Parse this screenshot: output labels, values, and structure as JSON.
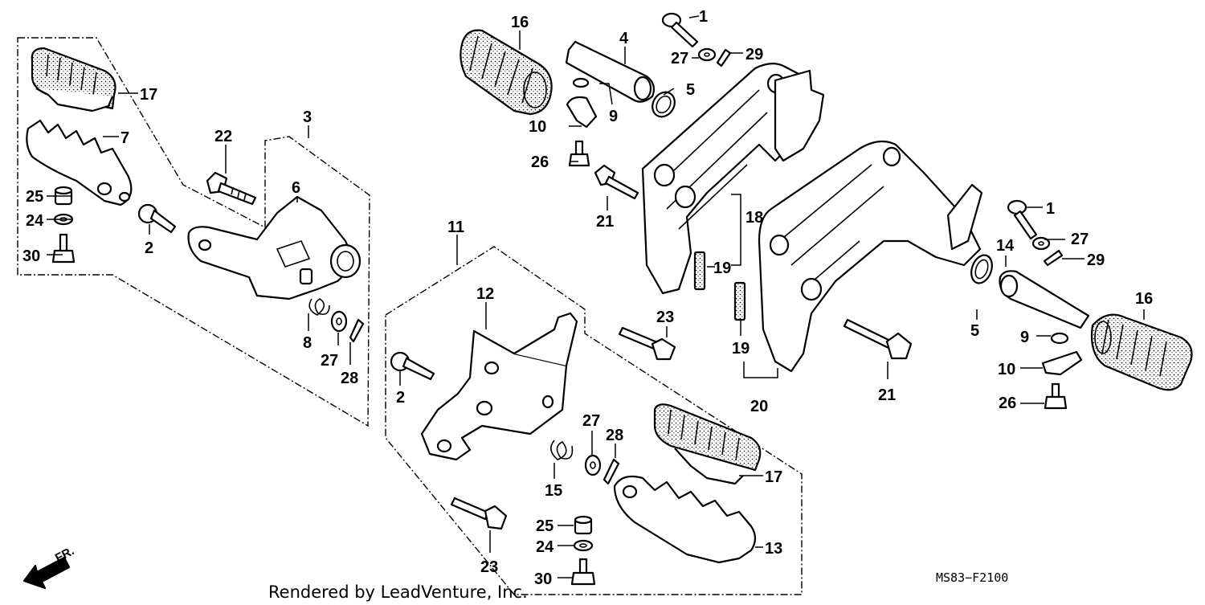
{
  "diagram": {
    "footer": "Rendered by LeadVenture, Inc.",
    "code": "MS83−F2100",
    "direction": "FR.",
    "callouts": [
      {
        "id": "c1a",
        "num": "1"
      },
      {
        "id": "c1b",
        "num": "1"
      },
      {
        "id": "c2a",
        "num": "2"
      },
      {
        "id": "c2b",
        "num": "2"
      },
      {
        "id": "c3",
        "num": "3"
      },
      {
        "id": "c4",
        "num": "4"
      },
      {
        "id": "c5a",
        "num": "5"
      },
      {
        "id": "c5b",
        "num": "5"
      },
      {
        "id": "c6",
        "num": "6"
      },
      {
        "id": "c7",
        "num": "7"
      },
      {
        "id": "c8",
        "num": "8"
      },
      {
        "id": "c9a",
        "num": "9"
      },
      {
        "id": "c9b",
        "num": "9"
      },
      {
        "id": "c10a",
        "num": "10"
      },
      {
        "id": "c10b",
        "num": "10"
      },
      {
        "id": "c11",
        "num": "11"
      },
      {
        "id": "c12",
        "num": "12"
      },
      {
        "id": "c13",
        "num": "13"
      },
      {
        "id": "c14",
        "num": "14"
      },
      {
        "id": "c15",
        "num": "15"
      },
      {
        "id": "c16a",
        "num": "16"
      },
      {
        "id": "c16b",
        "num": "16"
      },
      {
        "id": "c17a",
        "num": "17"
      },
      {
        "id": "c17b",
        "num": "17"
      },
      {
        "id": "c18",
        "num": "18"
      },
      {
        "id": "c19a",
        "num": "19"
      },
      {
        "id": "c19b",
        "num": "19"
      },
      {
        "id": "c20",
        "num": "20"
      },
      {
        "id": "c21a",
        "num": "21"
      },
      {
        "id": "c21b",
        "num": "21"
      },
      {
        "id": "c22",
        "num": "22"
      },
      {
        "id": "c23a",
        "num": "23"
      },
      {
        "id": "c23b",
        "num": "23"
      },
      {
        "id": "c24a",
        "num": "24"
      },
      {
        "id": "c24b",
        "num": "24"
      },
      {
        "id": "c25a",
        "num": "25"
      },
      {
        "id": "c25b",
        "num": "25"
      },
      {
        "id": "c26a",
        "num": "26"
      },
      {
        "id": "c26b",
        "num": "26"
      },
      {
        "id": "c27a",
        "num": "27"
      },
      {
        "id": "c27b",
        "num": "27"
      },
      {
        "id": "c27c",
        "num": "27"
      },
      {
        "id": "c27d",
        "num": "27"
      },
      {
        "id": "c28a",
        "num": "28"
      },
      {
        "id": "c28b",
        "num": "28"
      },
      {
        "id": "c29a",
        "num": "29"
      },
      {
        "id": "c29b",
        "num": "29"
      },
      {
        "id": "c30a",
        "num": "30"
      },
      {
        "id": "c30b",
        "num": "30"
      }
    ]
  }
}
